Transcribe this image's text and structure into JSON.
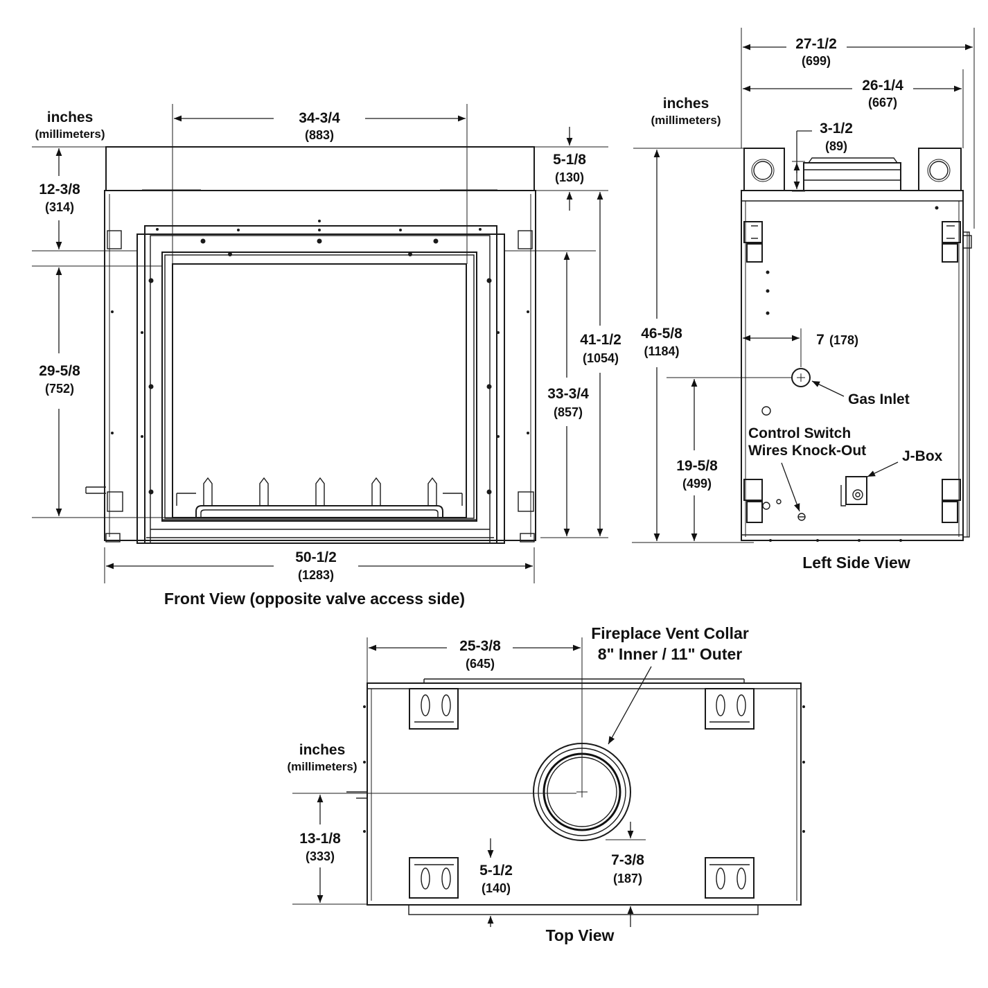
{
  "units": {
    "primary": "inches",
    "secondary": "(millimeters)"
  },
  "views": {
    "front": {
      "title": "Front View (opposite valve access side)",
      "dims": {
        "top_width": {
          "in": "34-3/4",
          "mm": "(883)"
        },
        "upper_height": {
          "in": "12-3/8",
          "mm": "(314)"
        },
        "top_offset": {
          "in": "5-1/8",
          "mm": "(130)"
        },
        "opening_height": {
          "in": "29-5/8",
          "mm": "(752)"
        },
        "inner_height": {
          "in": "33-3/4",
          "mm": "(857)"
        },
        "frame_height": {
          "in": "41-1/2",
          "mm": "(1054)"
        },
        "overall_width": {
          "in": "50-1/2",
          "mm": "(1283)"
        }
      }
    },
    "side": {
      "title": "Left Side View",
      "dims": {
        "overall_depth": {
          "in": "27-1/2",
          "mm": "(699)"
        },
        "body_depth": {
          "in": "26-1/4",
          "mm": "(667)"
        },
        "collar_height": {
          "in": "3-1/2",
          "mm": "(89)"
        },
        "overall_height": {
          "in": "46-5/8",
          "mm": "(1184)"
        },
        "gas_inlet_from_edge": {
          "in": "7",
          "mm": "(178)"
        },
        "gas_inlet_height": {
          "in": "19-5/8",
          "mm": "(499)"
        }
      },
      "labels": {
        "gas_inlet": "Gas Inlet",
        "control_switch_1": "Control Switch",
        "control_switch_2": "Wires Knock-Out",
        "j_box": "J-Box"
      }
    },
    "top": {
      "title": "Top View",
      "dims": {
        "collar_from_left": {
          "in": "25-3/8",
          "mm": "(645)"
        },
        "collar_from_front": {
          "in": "13-1/8",
          "mm": "(333)"
        },
        "standoff": {
          "in": "5-1/2",
          "mm": "(140)"
        },
        "collar_offset": {
          "in": "7-3/8",
          "mm": "(187)"
        }
      },
      "labels": {
        "vent_collar_1": "Fireplace Vent Collar",
        "vent_collar_2": "8\" Inner / 11\" Outer"
      }
    }
  }
}
